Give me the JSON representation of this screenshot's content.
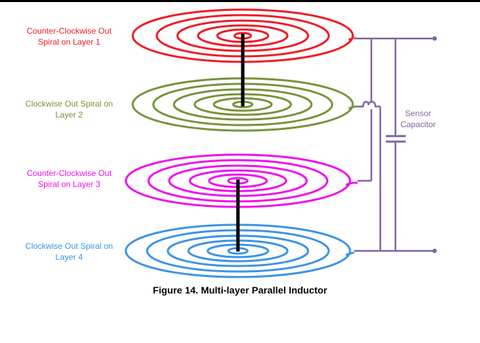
{
  "layers": [
    {
      "label_line1": "Counter-Clockwise Out",
      "label_line2": "Spiral on Layer 1",
      "color": "#ee1c25"
    },
    {
      "label_line1": "Clockwise Out Spiral on",
      "label_line2": "Layer 2",
      "color": "#77933c"
    },
    {
      "label_line1": "Counter-Clockwise Out",
      "label_line2": "Spiral on Layer 3",
      "color": "#ee11ee"
    },
    {
      "label_line1": "Clockwise Out Spiral on",
      "label_line2": "Layer 4",
      "color": "#3c94e6"
    }
  ],
  "capacitor": {
    "label_line1": "Sensor",
    "label_line2": "Capacitor",
    "color": "#8064a2"
  },
  "via_color": "#000000",
  "caption": "Figure 14. Multi-layer Parallel Inductor"
}
